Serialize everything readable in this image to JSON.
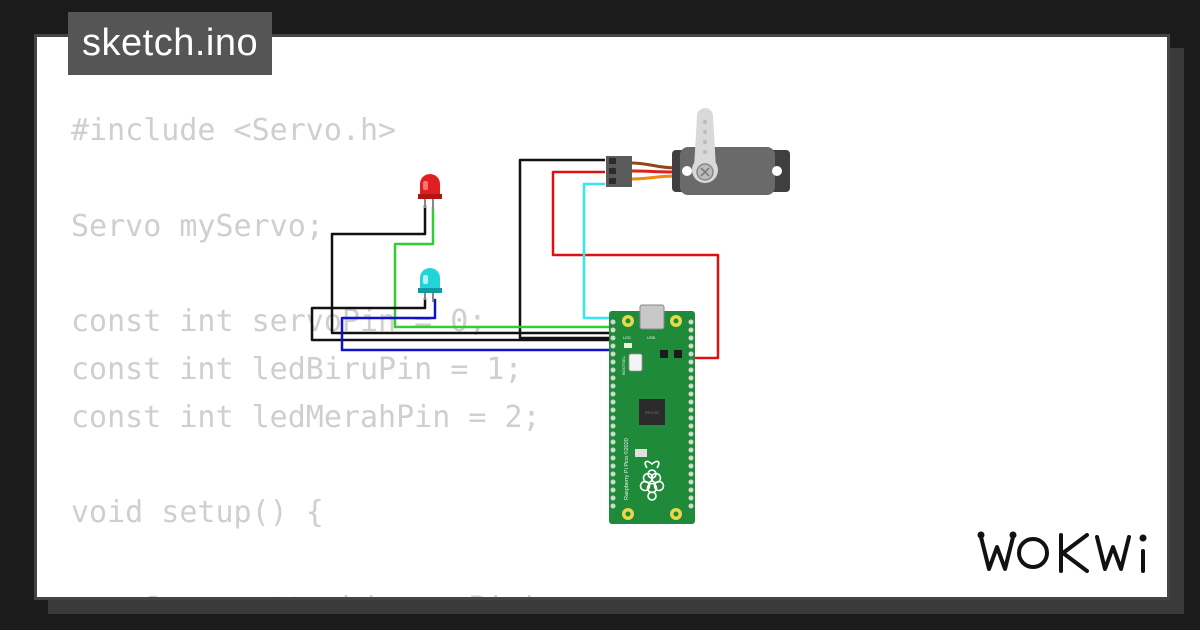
{
  "window": {
    "filename": "sketch.ino"
  },
  "code": {
    "lines": [
      "#include <Servo.h>",
      "",
      "Servo myServo;",
      "",
      "const int servoPin = 0;",
      "const int ledBiruPin = 1;",
      "const int ledMerahPin = 2;",
      "",
      "void setup() {",
      "",
      "  myServo.attach(servoPin);"
    ]
  },
  "board": {
    "name": "Raspberry Pi Pico ©2020",
    "chip_label": "RP2-B2",
    "led_label": "LED",
    "usb_label": "USB",
    "bootsel_label": "BOOTSEL"
  },
  "branding": {
    "logo_text": "WOKWI"
  },
  "colors": {
    "background": "#1b1b1b",
    "card": "#ffffff",
    "title_tab": "#555555",
    "code_text": "#cfcfcf",
    "board_green": "#1f8a3a",
    "wire_black": "#111111",
    "wire_red": "#dd1111",
    "wire_green": "#33cc33",
    "wire_blue": "#1111cc",
    "wire_cyan": "#33e6f0",
    "led_red": "#e02020",
    "led_cyan": "#22d3d8"
  },
  "icons": {
    "led_1": "red-led-icon",
    "led_2": "cyan-led-icon",
    "servo": "servo-motor-icon",
    "board_logo": "raspberry-pi-icon"
  }
}
